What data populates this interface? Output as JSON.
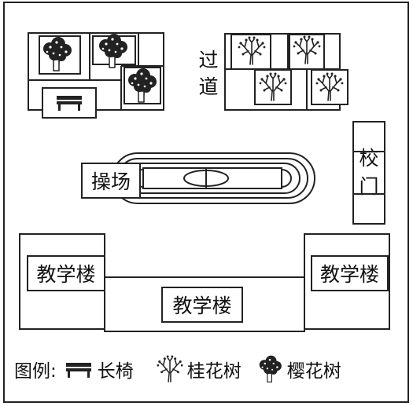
{
  "labels": {
    "corridor_char_1": "过",
    "corridor_char_2": "道",
    "playground": "操场",
    "gate_char_1": "校",
    "gate_char_2": "门",
    "building_left": "教学楼",
    "building_right": "教学楼",
    "building_center": "教学楼"
  },
  "legend": {
    "title": "图例:",
    "bench": "长椅",
    "osmanthus": "桂花树",
    "cherry": "樱花树"
  },
  "icons": {
    "bench": "bench-icon",
    "osmanthus": "osmanthus-tree-icon",
    "cherry": "cherry-tree-icon"
  },
  "colors": {
    "line": "#222222",
    "background": "#ffffff"
  }
}
